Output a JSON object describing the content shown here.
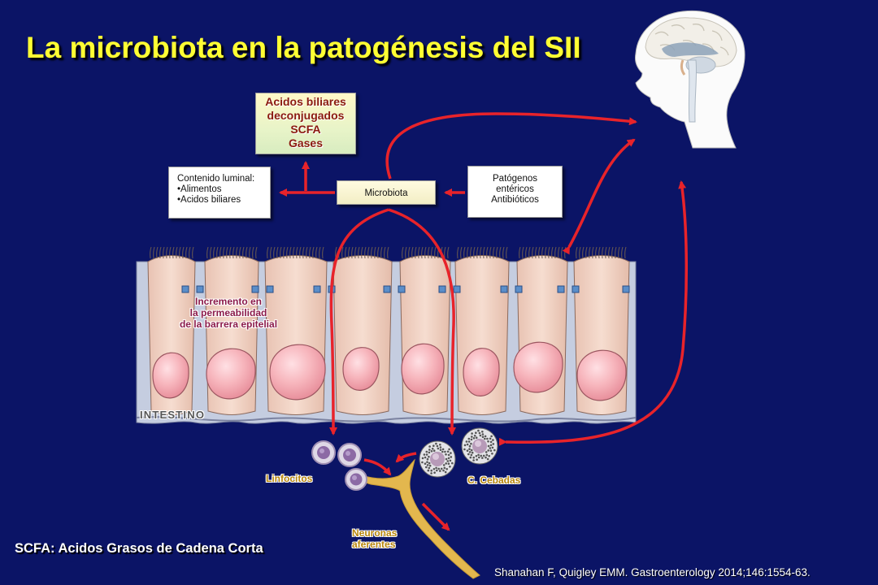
{
  "title": "La microbiota en la patogénesis del SII",
  "acids_box": [
    "Acidos biliares",
    "deconjugados",
    "SCFA",
    "Gases"
  ],
  "luminal_box": {
    "heading": "Contenido luminal:",
    "items": [
      "•Alimentos",
      "•Acidos biliares"
    ]
  },
  "microbiota_box": "Microbiota",
  "pathogens_box": [
    "Patógenos",
    "entéricos",
    "Antibióticos"
  ],
  "permeability_label": [
    "Incremento en",
    "la permeabilidad",
    "de la barrera epitelial"
  ],
  "intestine_label": "INTESTINO",
  "lymphocytes_label": "Linfocitos",
  "mast_cells_label": "C. Cebadas",
  "neurons_label": [
    "Neuronas",
    "aferentes"
  ],
  "footnote": "SCFA: Acidos Grasos de Cadena Corta",
  "citation": "Shanahan F, Quigley EMM. Gastroenterology 2014;146:1554-63.",
  "colors": {
    "background": "#0b1466",
    "title": "#ffff33",
    "arrow": "#e8232a",
    "cell": "#f2d3c5",
    "nucleus": "#f4a6ae"
  },
  "icons": [
    "brain-head-icon",
    "epithelium-icon",
    "lymphocyte-icon",
    "mast-cell-icon",
    "neuron-icon"
  ]
}
